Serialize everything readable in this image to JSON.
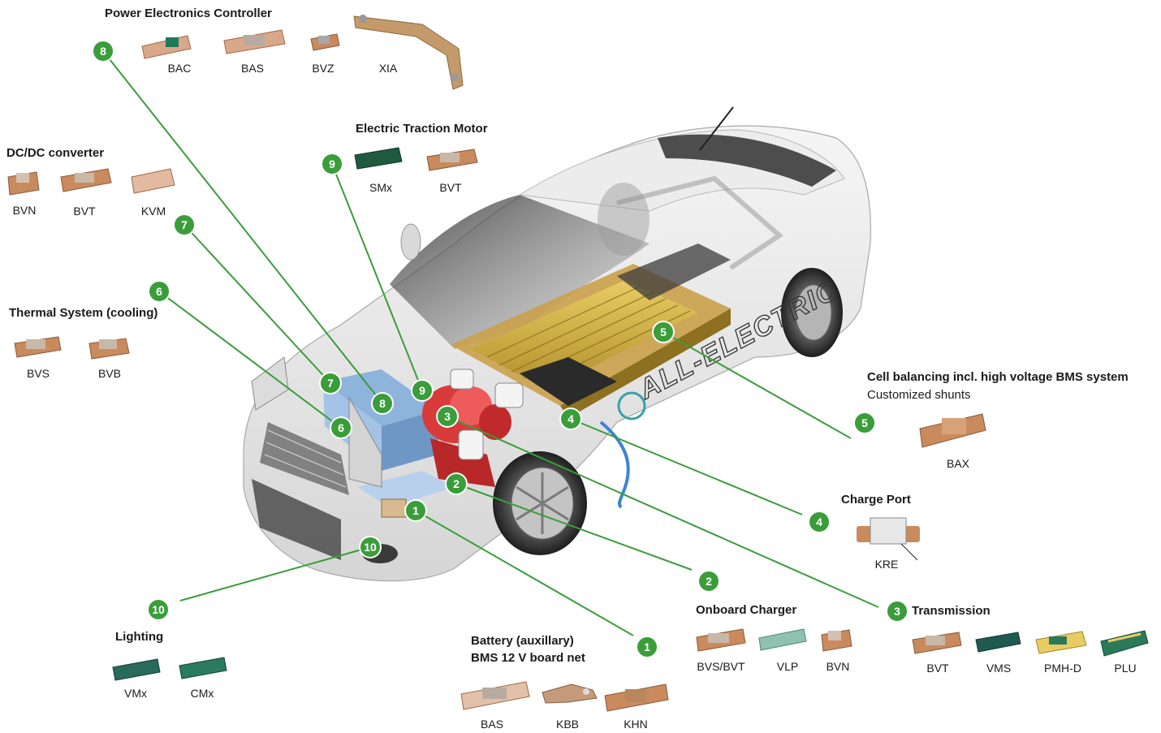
{
  "groups": {
    "power_electronics": {
      "title": "Power Electronics Controller",
      "parts": [
        "BAC",
        "BAS",
        "BVZ",
        "XIA"
      ]
    },
    "dcdc": {
      "title": "DC/DC converter",
      "parts": [
        "BVN",
        "BVT",
        "KVM"
      ]
    },
    "traction_motor": {
      "title": "Electric Traction Motor",
      "parts": [
        "SMx",
        "BVT"
      ]
    },
    "thermal": {
      "title": "Thermal System (cooling)",
      "parts": [
        "BVS",
        "BVB"
      ]
    },
    "cell_balancing": {
      "title": "Cell balancing incl. high voltage BMS system",
      "subtitle": "Customized shunts",
      "parts": [
        "BAX"
      ]
    },
    "charge_port": {
      "title": "Charge Port",
      "parts": [
        "KRE"
      ]
    },
    "transmission": {
      "title": "Transmission",
      "parts": [
        "BVT",
        "VMS",
        "PMH-D",
        "PLU"
      ]
    },
    "onboard_charger": {
      "title": "Onboard Charger",
      "parts": [
        "BVS/BVT",
        "VLP",
        "BVN"
      ]
    },
    "battery_aux": {
      "title_line1": "Battery (auxillary)",
      "title_line2": "BMS 12 V board net",
      "parts": [
        "BAS",
        "KBB",
        "KHN"
      ]
    },
    "lighting": {
      "title": "Lighting",
      "parts": [
        "VMx",
        "CMx"
      ]
    }
  },
  "badges": {
    "b1": "1",
    "b2": "2",
    "b3": "3",
    "b4": "4",
    "b5": "5",
    "b6": "6",
    "b7": "7",
    "b8": "8",
    "b9": "9",
    "b10": "10"
  },
  "car_text": "ALL-ELECTRIC",
  "colors": {
    "badge": "#3a9d3a",
    "leader": "#3a9d3a",
    "copper": "#c98a5e",
    "battery": "#c9a83e",
    "motor": "#d93a3a",
    "cooling": "#8fb4dc"
  }
}
